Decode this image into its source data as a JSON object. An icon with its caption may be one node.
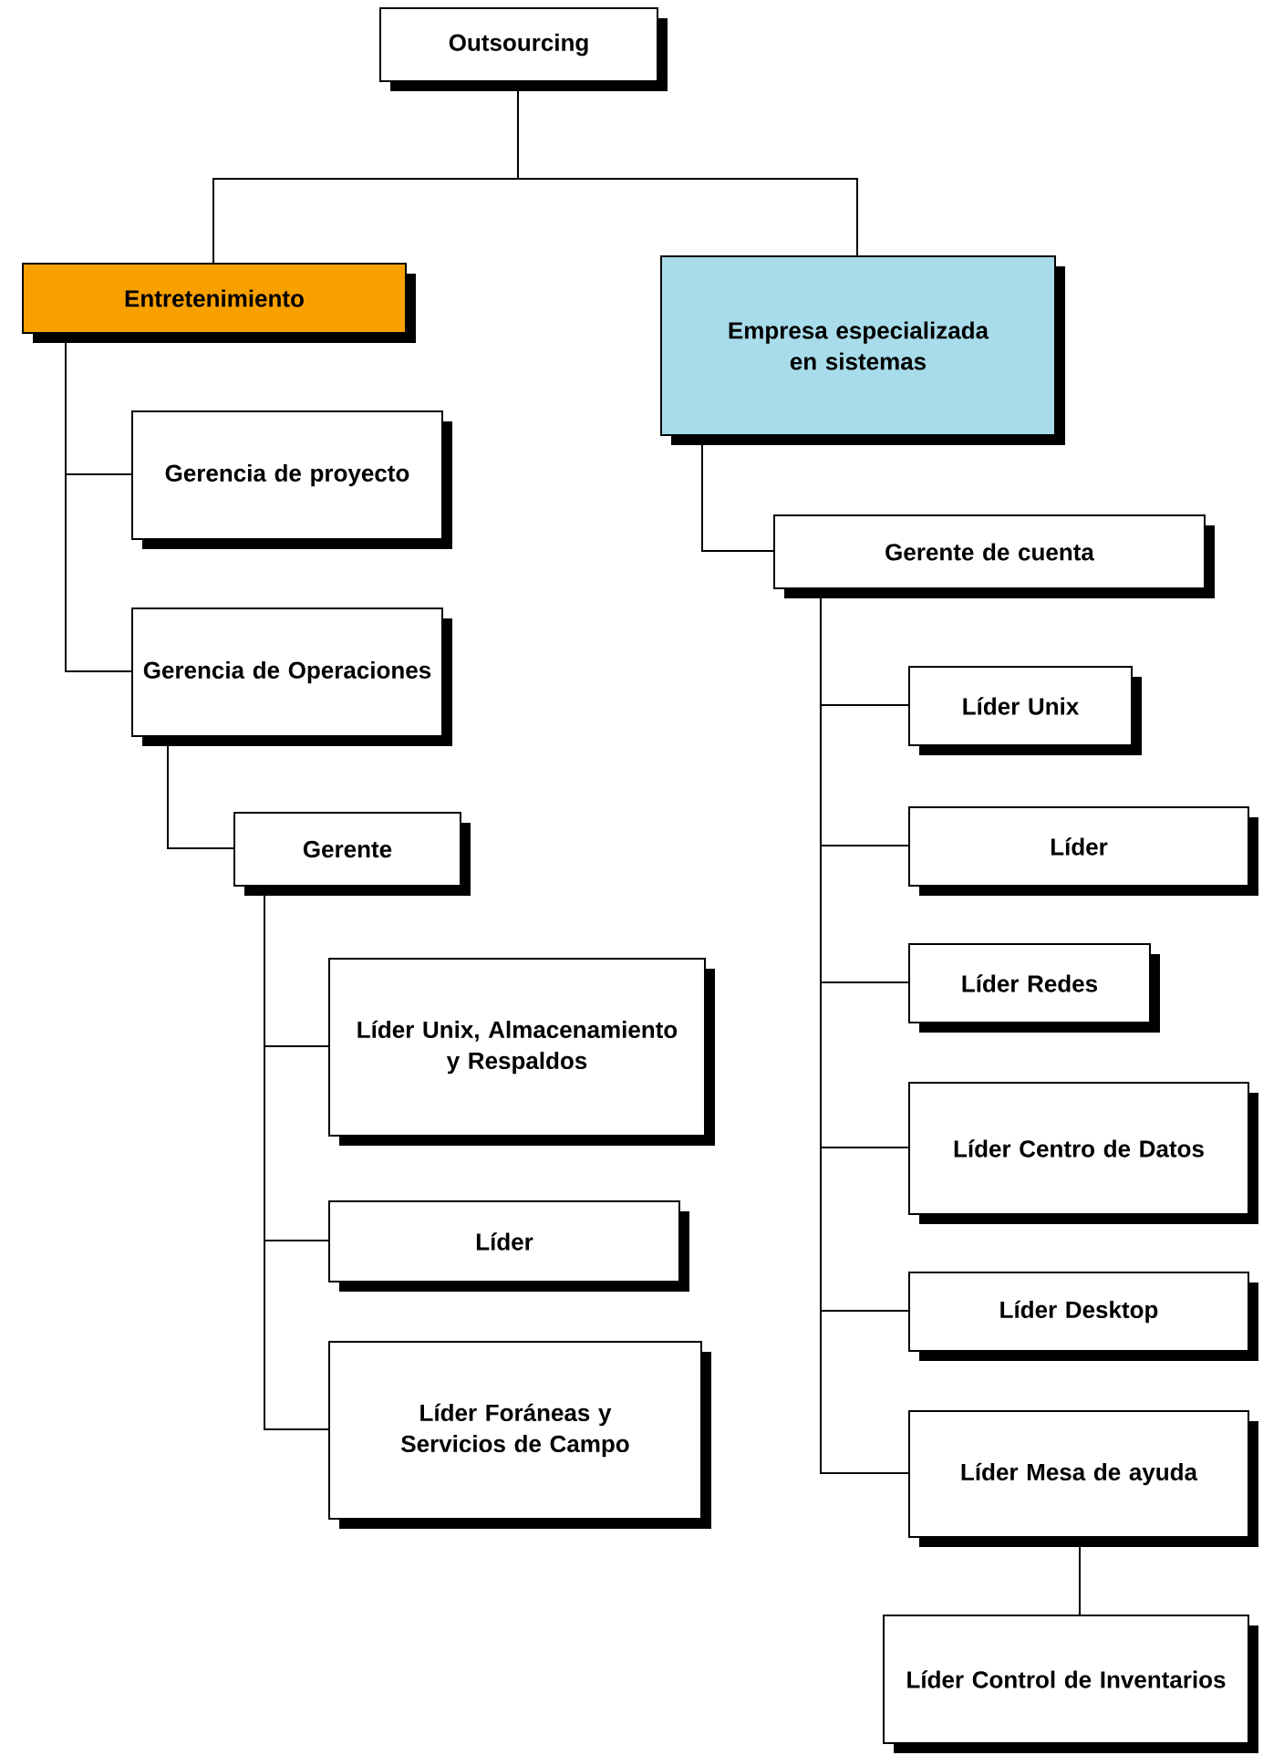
{
  "diagram": {
    "nodes": [
      {
        "text": [
          "Outsourcing"
        ]
      },
      {
        "text": [
          "Entretenimiento"
        ]
      },
      {
        "text": [
          "Empresa especializada en sistemas"
        ]
      },
      {
        "text": [
          "Gerencia de proyecto"
        ]
      },
      {
        "text": [
          "Gerencia de Operaciones"
        ]
      },
      {
        "text": [
          "Gerente"
        ]
      },
      {
        "text": [
          "Líder Unix, Almacenamiento y Respaldos"
        ]
      },
      {
        "text": [
          "Líder"
        ]
      },
      {
        "text": [
          "Líder Foráneas y Servicios de Campo"
        ]
      },
      {
        "text": [
          "Gerente de cuenta"
        ]
      },
      {
        "text": [
          "Líder Unix"
        ]
      },
      {
        "text": [
          "Líder"
        ]
      },
      {
        "text": [
          "Líder Redes"
        ]
      },
      {
        "text": [
          "Líder Centro de Datos"
        ]
      },
      {
        "text": [
          "Líder Desktop"
        ]
      },
      {
        "text": [
          "Líder Mesa de ayuda"
        ]
      },
      {
        "text": [
          "Líder Control de Inventarios"
        ]
      }
    ],
    "edges": [
      {
        "from": 0,
        "to": 1,
        "arrow": "none"
      },
      {
        "from": 0,
        "to": 2,
        "arrow": "none"
      },
      {
        "from": 1,
        "to": 3,
        "arrow": "none"
      },
      {
        "from": 1,
        "to": 4,
        "arrow": "none"
      },
      {
        "from": 4,
        "to": 5,
        "arrow": "none"
      },
      {
        "from": 5,
        "to": 6,
        "arrow": "none"
      },
      {
        "from": 5,
        "to": 7,
        "arrow": "none"
      },
      {
        "from": 5,
        "to": 8,
        "arrow": "none"
      },
      {
        "from": 2,
        "to": 9,
        "arrow": "none"
      },
      {
        "from": 9,
        "to": 10,
        "arrow": "none"
      },
      {
        "from": 9,
        "to": 11,
        "arrow": "none"
      },
      {
        "from": 9,
        "to": 12,
        "arrow": "none"
      },
      {
        "from": 9,
        "to": 13,
        "arrow": "none"
      },
      {
        "from": 9,
        "to": 14,
        "arrow": "none"
      },
      {
        "from": 9,
        "to": 15,
        "arrow": "none"
      },
      {
        "from": 15,
        "to": 16,
        "arrow": "none"
      }
    ]
  }
}
